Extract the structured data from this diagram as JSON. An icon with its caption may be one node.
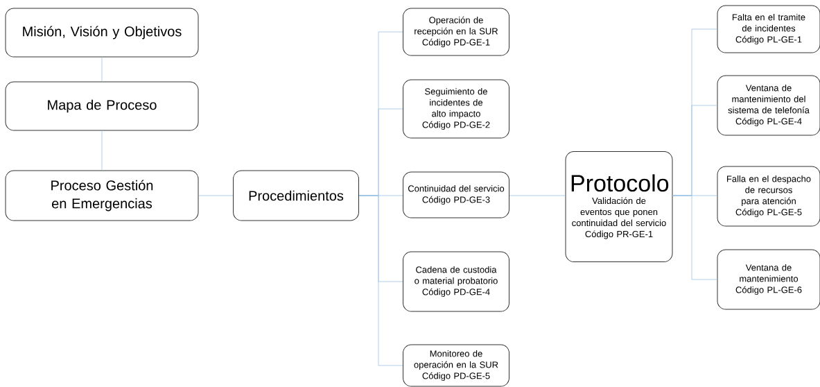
{
  "diagram": {
    "nodes": [
      {
        "text": [
          "Misión, Visión y Objetivos"
        ]
      },
      {
        "text": [
          "Mapa de Proceso"
        ]
      },
      {
        "text": [
          "Proceso Gestión en Emergencias"
        ]
      },
      {
        "text": [
          "Procedimientos"
        ]
      },
      {
        "text": [
          "Operación de recepción en la SUR",
          "Código PD-GE-1"
        ]
      },
      {
        "text": [
          "Seguimiento de incidentes de alto impacto",
          "Código PD-GE-2"
        ]
      },
      {
        "text": [
          "Continuidad del servicio",
          "Código PD-GE-3"
        ]
      },
      {
        "text": [
          "Cadena de custodia o material probatorio",
          "Código PD-GE-4"
        ]
      },
      {
        "text": [
          "Monitoreo de operación en la SUR",
          "Código PD-GE-5"
        ]
      },
      {
        "text": [
          "Protocolo",
          "Validación de eventos que ponen continuidad del servicio",
          "Código PR-GE-1"
        ]
      },
      {
        "text": [
          "Falta en el tramite de incidentes",
          "Código PL-GE-1"
        ]
      },
      {
        "text": [
          "Ventana de mantenimiento del sistema de telefonía",
          "Código PL-GE-4"
        ]
      },
      {
        "text": [
          "Falla en el despacho de recursos para atención",
          "Código PL-GE-5"
        ]
      },
      {
        "text": [
          "Ventana de mantenimiento",
          "Código PL-GE-6"
        ]
      }
    ],
    "edges": [
      {
        "from": 0,
        "to": 1,
        "arrow": "none"
      },
      {
        "from": 1,
        "to": 2,
        "arrow": "none"
      },
      {
        "from": 2,
        "to": 3,
        "arrow": "none"
      },
      {
        "from": 3,
        "to": 4,
        "arrow": "none"
      },
      {
        "from": 3,
        "to": 5,
        "arrow": "none"
      },
      {
        "from": 3,
        "to": 6,
        "arrow": "none"
      },
      {
        "from": 3,
        "to": 7,
        "arrow": "none"
      },
      {
        "from": 3,
        "to": 8,
        "arrow": "none"
      },
      {
        "from": 6,
        "to": 9,
        "arrow": "none"
      },
      {
        "from": 9,
        "to": 10,
        "arrow": "none"
      },
      {
        "from": 9,
        "to": 11,
        "arrow": "none"
      },
      {
        "from": 9,
        "to": 12,
        "arrow": "none"
      },
      {
        "from": 9,
        "to": 13,
        "arrow": "none"
      }
    ]
  }
}
